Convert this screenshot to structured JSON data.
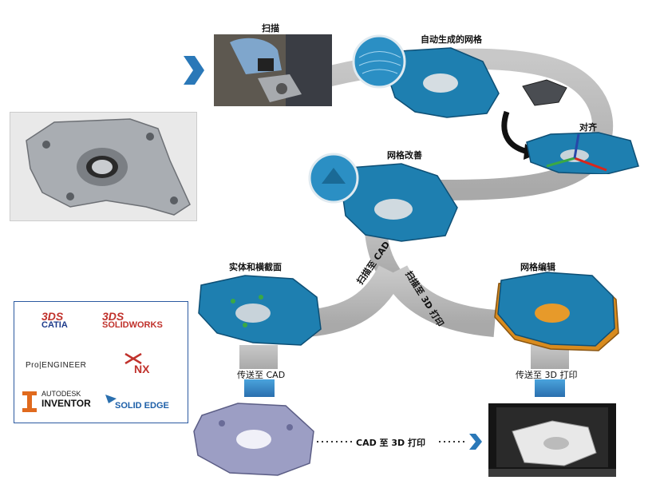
{
  "steps": {
    "scan": "扫描",
    "auto_mesh": "自动生成的网格",
    "align": "对齐",
    "mesh_improve": "网格改善",
    "solid_section": "实体和横截面",
    "mesh_edit": "网格编辑",
    "path_cad": "扫描至 CAD",
    "path_3d": "扫描至 3D 打印",
    "send_cad": "传送至 CAD",
    "send_3d": "传送至 3D 打印",
    "cad_to_3d": "CAD 至 3D 打印"
  },
  "logos": {
    "catia_mark": "3DS",
    "catia": "CATIA",
    "solidworks_mark": "3DS",
    "solidworks": "SOLIDWORKS",
    "pro_engineer": "Pro|ENGINEER",
    "nx": "NX",
    "autodesk": "AUTODESK",
    "inventor": "INVENTOR",
    "solid_edge": "SOLID EDGE"
  },
  "colors": {
    "mesh_blue": "#1e7fb0",
    "path_gray": "#b9b9b9",
    "arrow_blue": "#2a78b8",
    "cad_purple": "#9c9ec4",
    "logo_border": "#2c5aa0"
  }
}
